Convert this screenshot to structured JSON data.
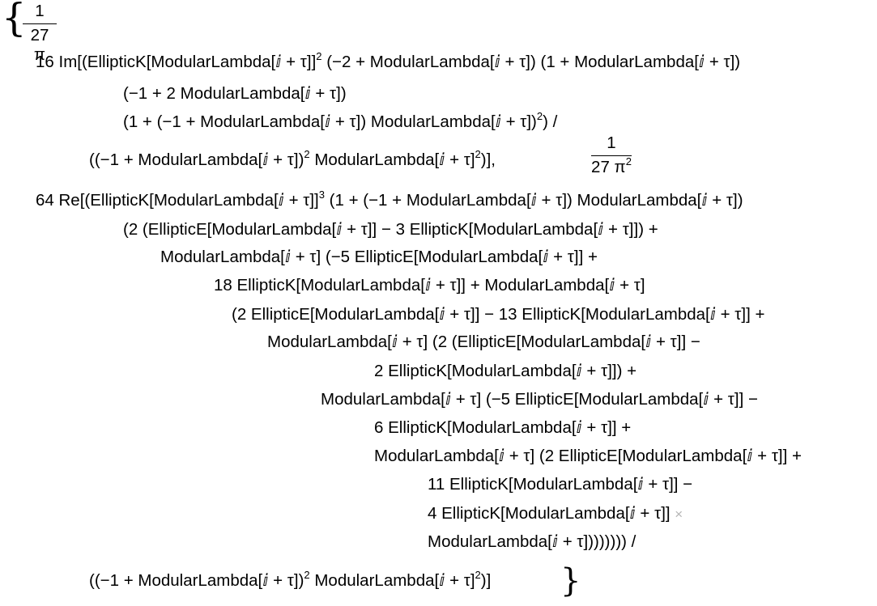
{
  "output": {
    "open_brace": "{",
    "close_brace": "}",
    "frac1": {
      "num": "1",
      "den": "27 π"
    },
    "frac2": {
      "num": "1",
      "den_main": "27 π",
      "den_sup": "2"
    },
    "lines": [
      {
        "pre": "16 Im[(EllipticK[ModularLambda[",
        "post": " + τ]]",
        "sup": "2",
        "rest": " (−2 + ModularLambda[ⅈ + τ]) (1 + ModularLambda[ⅈ + τ])"
      },
      {
        "text": "(−1 + 2 ModularLambda[ⅈ + τ])"
      },
      {
        "text": "(1 + (−1 + ModularLambda[ⅈ + τ]) ModularLambda[ⅈ + τ])",
        "sup": "2",
        "tail": ") /"
      },
      {
        "a": "((−1 + ModularLambda[ⅈ + τ])",
        "sup1": "2",
        "b": " ModularLambda[ⅈ + τ]",
        "sup2": "2",
        "c": ")],",
        "d": ""
      },
      {
        "a": "64 Re[(EllipticK[ModularLambda[ⅈ + τ]]",
        "sup": "3",
        "b": " (1 + (−1 + ModularLambda[ⅈ + τ]) ModularLambda[ⅈ + τ])"
      },
      {
        "text": "(2 (EllipticE[ModularLambda[ⅈ + τ]] − 3 EllipticK[ModularLambda[ⅈ + τ]]) +"
      },
      {
        "text": "ModularLambda[ⅈ + τ] (−5 EllipticE[ModularLambda[ⅈ + τ]] +"
      },
      {
        "text": "18 EllipticK[ModularLambda[ⅈ + τ]] + ModularLambda[ⅈ + τ]"
      },
      {
        "text": "(2 EllipticE[ModularLambda[ⅈ + τ]] − 13 EllipticK[ModularLambda[ⅈ + τ]] +"
      },
      {
        "text": "ModularLambda[ⅈ + τ] (2 (EllipticE[ModularLambda[ⅈ + τ]] −"
      },
      {
        "text": "2 EllipticK[ModularLambda[ⅈ + τ]]) +"
      },
      {
        "text": "ModularLambda[ⅈ + τ] (−5 EllipticE[ModularLambda[ⅈ + τ]] −"
      },
      {
        "text": "6 EllipticK[ModularLambda[ⅈ + τ]] +"
      },
      {
        "text": "ModularLambda[ⅈ + τ] (2 EllipticE[ModularLambda[ⅈ + τ]] +"
      },
      {
        "text": "11 EllipticK[ModularLambda[ⅈ + τ]] −"
      },
      {
        "text": "4 EllipticK[ModularLambda[ⅈ + τ]]",
        "cross": "×"
      },
      {
        "text": "ModularLambda[ⅈ + τ]))))))) /"
      },
      {
        "a": "((−1 + ModularLambda[ⅈ + τ])",
        "sup1": "2",
        "b": " ModularLambda[ⅈ + τ]",
        "sup2": "2",
        "c": ")]"
      }
    ]
  }
}
